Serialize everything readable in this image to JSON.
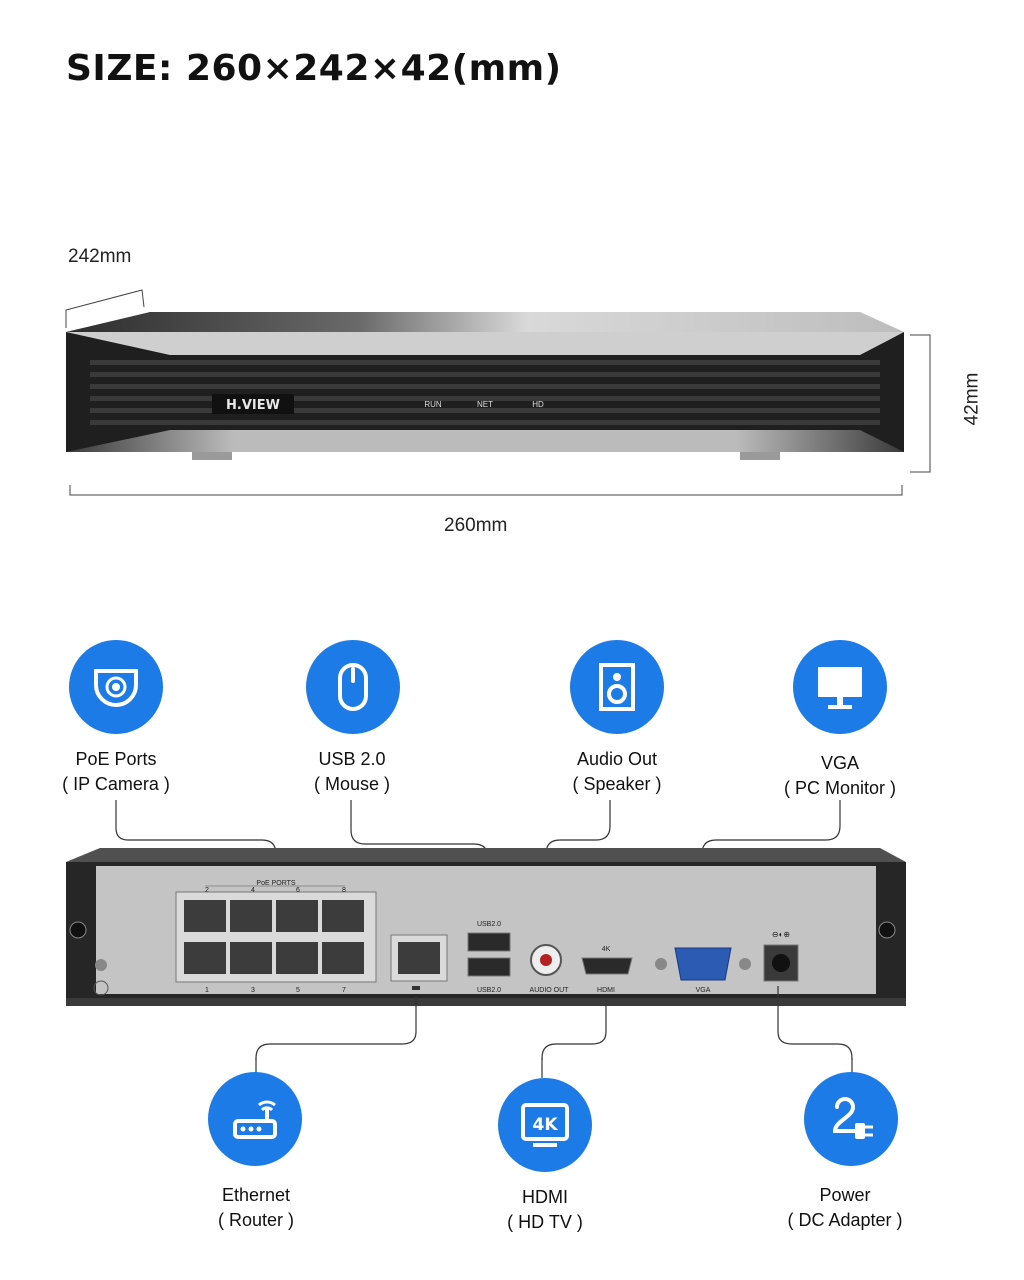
{
  "title": "SIZE: 260×242×42(mm)",
  "dimensions": {
    "depth": "242mm",
    "width": "260mm",
    "height": "42mm"
  },
  "front_panel": {
    "brand": "H.VIEW",
    "leds": [
      "RUN",
      "NET",
      "HD"
    ]
  },
  "rear_labels": {
    "poe_ports": "PoE PORTS",
    "poe_top_numbers": [
      "2",
      "4",
      "6",
      "8"
    ],
    "poe_bottom_numbers": [
      "1",
      "3",
      "5",
      "7"
    ],
    "usb_top": "USB2.0",
    "usb_bottom": "USB2.0",
    "audio_out": "AUDIO OUT",
    "hdmi_4k": "4K",
    "hdmi": "HDMI",
    "vga": "VGA",
    "power_symbol": "⊖◐⊕"
  },
  "features_top": [
    {
      "line1": "PoE Ports",
      "line2": "( IP Camera )",
      "icon": "dome-camera-icon"
    },
    {
      "line1": "USB 2.0",
      "line2": "( Mouse )",
      "icon": "mouse-icon"
    },
    {
      "line1": "Audio Out",
      "line2": "( Speaker )",
      "icon": "speaker-icon"
    },
    {
      "line1": "VGA",
      "line2": "( PC Monitor )",
      "icon": "monitor-icon"
    }
  ],
  "features_bottom": [
    {
      "line1": "Ethernet",
      "line2": "( Router )",
      "icon": "router-icon"
    },
    {
      "line1": "HDMI",
      "line2": "( HD TV )",
      "icon": "4k-icon",
      "badge": "4K"
    },
    {
      "line1": "Power",
      "line2": "( DC Adapter )",
      "icon": "power-plug-icon"
    }
  ],
  "colors": {
    "accent_blue": "#1c7be6",
    "device_dark": "#2b2b2b",
    "device_silver": "#bcbcbc"
  }
}
